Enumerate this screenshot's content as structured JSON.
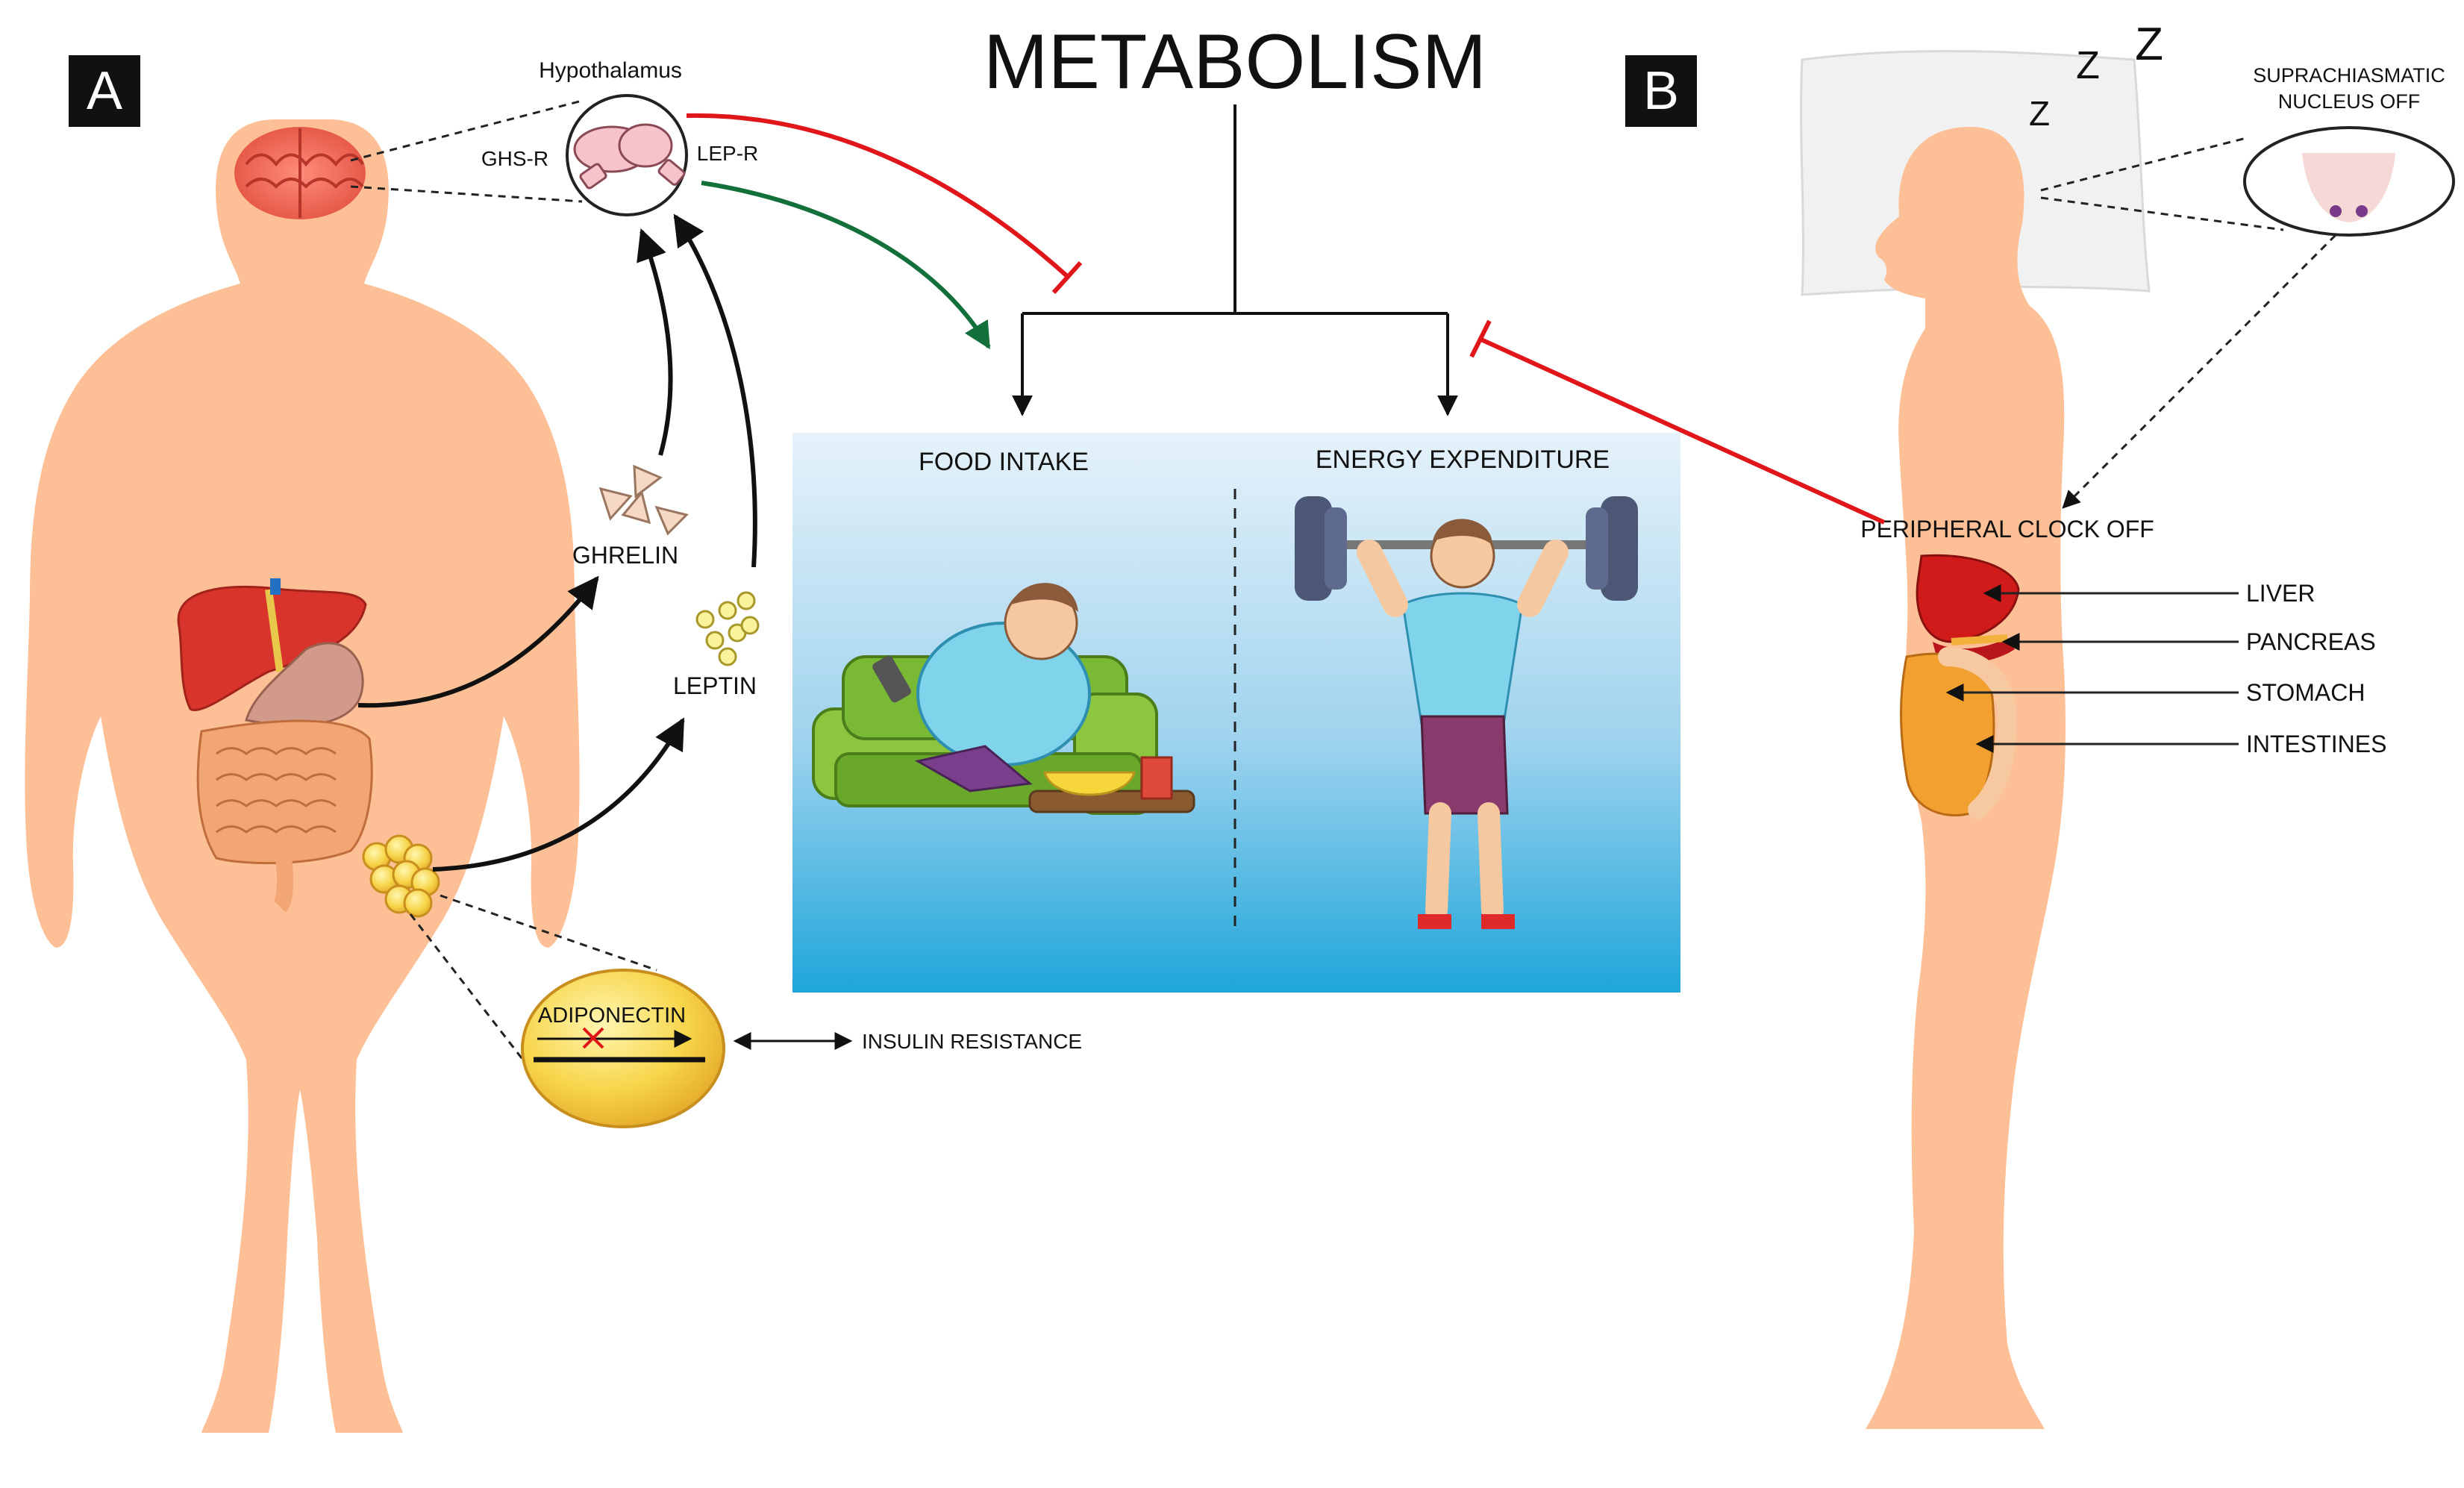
{
  "title": "METABOLISM",
  "panel_a": {
    "letter": "A",
    "hypothalamus": "Hypothalamus",
    "ghs_r": "GHS-R",
    "lep_r": "LEP-R",
    "ghrelin": "GHRELIN",
    "leptin": "LEPTIN",
    "adiponectin": "ADIPONECTIN",
    "insulin_resistance": "INSULIN RESISTANCE"
  },
  "center": {
    "food_intake": "FOOD INTAKE",
    "energy_expenditure": "ENERGY EXPENDITURE"
  },
  "panel_b": {
    "letter": "B",
    "sleep_z": [
      "Z",
      "Z",
      "Z"
    ],
    "scn_line1": "SUPRACHIASMATIC",
    "scn_line2": "NUCLEUS OFF",
    "peripheral_clock": "PERIPHERAL CLOCK OFF",
    "organs": [
      "LIVER",
      "PANCREAS",
      "STOMACH",
      "INTESTINES"
    ]
  },
  "colors": {
    "skin": "#fdbf96",
    "inhibit": "#e0161b",
    "stimulate": "#14703a",
    "panel_top": "#e6f2fa",
    "panel_bottom": "#1ea6da"
  }
}
